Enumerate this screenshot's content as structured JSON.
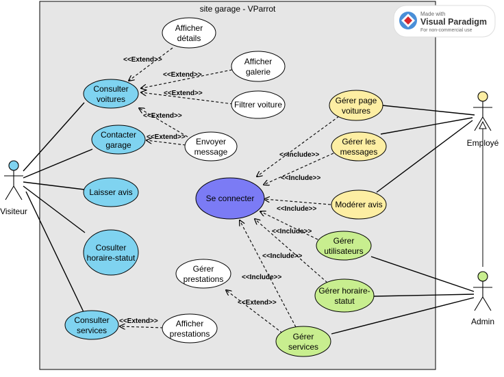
{
  "system": {
    "title": "site garage - VParrot"
  },
  "watermark": {
    "line1": "Made with",
    "line2": "Visual Paradigm",
    "line3": "For non-commercial use"
  },
  "actors": {
    "visiteur": "Visiteur",
    "employe": "Employé",
    "admin": "Admin"
  },
  "usecases": {
    "afficher_details": [
      "Afficher",
      "détails"
    ],
    "afficher_galerie": [
      "Afficher",
      "galerie"
    ],
    "filtrer_voiture": [
      "Filtrer voiture"
    ],
    "consulter_voitures": [
      "Consulter",
      "voitures"
    ],
    "contacter_garage": [
      "Contacter",
      "garage"
    ],
    "envoyer_message": [
      "Envoyer",
      "message"
    ],
    "laisser_avis": [
      "Laisser avis"
    ],
    "consulter_horaire": [
      "Cosulter",
      "horaire-statut"
    ],
    "consulter_services": [
      "Consulter",
      "services"
    ],
    "afficher_prestations": [
      "Afficher",
      "prestations"
    ],
    "se_connecter": [
      "Se connecter"
    ],
    "gerer_page_voitures": [
      "Gérer page",
      "voitures"
    ],
    "gerer_messages": [
      "Gérer les",
      "messages"
    ],
    "moderer_avis": [
      "Modérer avis"
    ],
    "gerer_utilisateurs": [
      "Gérer",
      "utilisateurs"
    ],
    "gerer_horaire": [
      "Gérer horaire-",
      "statut"
    ],
    "gerer_services": [
      "Gérer",
      "services"
    ],
    "gerer_prestations": [
      "Gérer",
      "prestations"
    ]
  },
  "relations": {
    "extend": "<<Extend>>",
    "include": "<<Include>>"
  },
  "colors": {
    "visitor_uc": "#7fd3f0",
    "employee_uc": "#fdeea3",
    "admin_uc": "#c8ee8f",
    "connect_uc": "#7b7bf5",
    "plain_uc": "#ffffff",
    "boundary_fill": "#e6e6e6"
  }
}
